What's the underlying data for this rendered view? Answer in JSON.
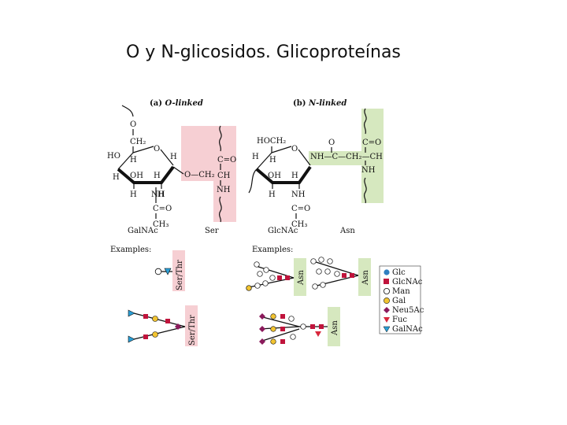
{
  "title": "O y N-glicosidos. Glicoproteínas",
  "o_linked": {
    "header_prefix": "(a) ",
    "header_main": "O-linked",
    "atoms": {
      "o_top": "O",
      "ch2_top": "CH₂",
      "ho": "HO",
      "ring_o": "O",
      "h1": "H",
      "h2": "H",
      "oh": "OH",
      "h3": "H",
      "h4": "H",
      "h5": "H",
      "h6": "H",
      "nh": "NH",
      "co": "C=O",
      "ch3": "CH₃",
      "link_o": "O—CH₂",
      "c_eq_o": "C=O",
      "ch": "CH",
      "ser_nh": "NH"
    },
    "sugar_label": "GalNAc",
    "residue_label": "Ser",
    "examples_label": "Examples:",
    "example_residue_1": "Ser/Thr",
    "example_residue_2": "Ser/Thr"
  },
  "n_linked": {
    "header_prefix": "(b) ",
    "header_main": "N-linked",
    "atoms": {
      "hoch2": "HOCH₂",
      "ring_o": "O",
      "h1": "H",
      "h2": "H",
      "oh": "OH",
      "h3": "H",
      "h4": "H",
      "nh_bottom": "NH",
      "co_bottom": "C=O",
      "ch3_bottom": "CH₃",
      "o_side": "O",
      "link": "NH—C—CH₂—CH",
      "c_eq_o": "C=O",
      "nh_asn": "NH"
    },
    "sugar_label": "GlcNAc",
    "residue_label": "Asn",
    "examples_label": "Examples:",
    "example_residue_1": "Asn",
    "example_residue_2": "Asn",
    "example_residue_3": "Asn"
  },
  "legend": {
    "items": [
      {
        "label": "Glc",
        "shape": "circle",
        "color": "#2f7fc1"
      },
      {
        "label": "GlcNAc",
        "shape": "square",
        "color": "#c0143c"
      },
      {
        "label": "Man",
        "shape": "circle",
        "color": "#ffffff"
      },
      {
        "label": "Gal",
        "shape": "circle",
        "color": "#f2c431"
      },
      {
        "label": "Neu5Ac",
        "shape": "diamond",
        "color": "#8b1a5c"
      },
      {
        "label": "Fuc",
        "shape": "triangle-down",
        "color": "#d8283c"
      },
      {
        "label": "GalNAc",
        "shape": "triangle-down",
        "color": "#2a9fd6"
      }
    ]
  },
  "colors": {
    "pink_band": "#f6cfd3",
    "green_band": "#d6e8bf"
  }
}
